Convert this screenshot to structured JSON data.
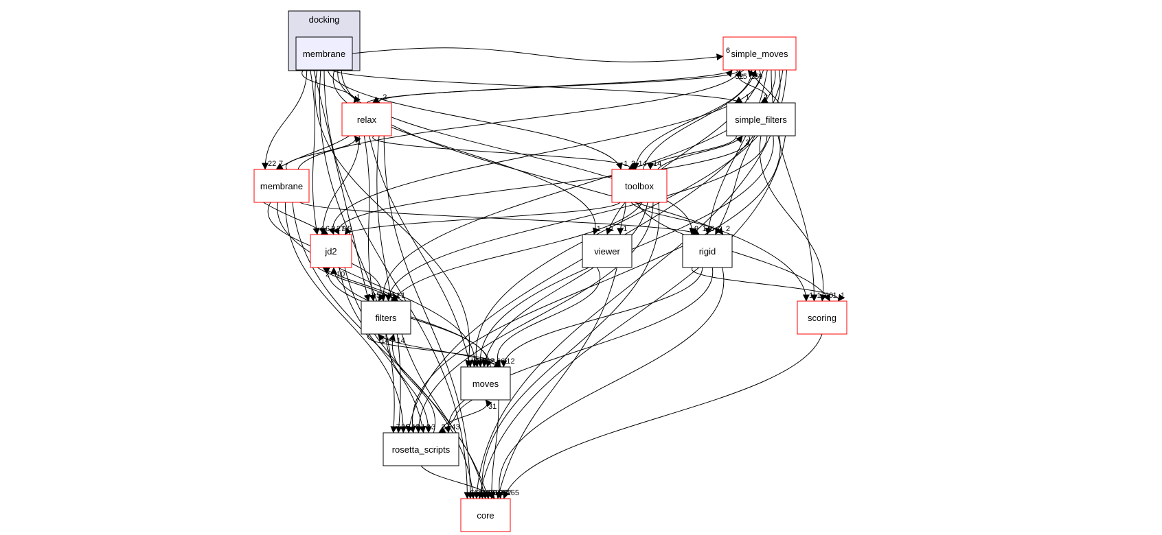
{
  "cluster": {
    "label": "docking"
  },
  "colors": {
    "group_border": "#ff0000",
    "plain_border": "#000000",
    "cluster_fill": "#dfdfee",
    "focus_fill": "#eeeeff"
  },
  "nodes": [
    {
      "id": "membrane_focus",
      "label": "membrane",
      "style": "focus"
    },
    {
      "id": "simple_moves",
      "label": "simple_moves",
      "style": "group"
    },
    {
      "id": "relax",
      "label": "relax",
      "style": "group"
    },
    {
      "id": "simple_filters",
      "label": "simple_filters",
      "style": "plain"
    },
    {
      "id": "membrane2",
      "label": "membrane",
      "style": "group"
    },
    {
      "id": "toolbox",
      "label": "toolbox",
      "style": "group"
    },
    {
      "id": "jd2",
      "label": "jd2",
      "style": "group"
    },
    {
      "id": "viewer",
      "label": "viewer",
      "style": "plain"
    },
    {
      "id": "rigid",
      "label": "rigid",
      "style": "plain"
    },
    {
      "id": "scoring",
      "label": "scoring",
      "style": "group"
    },
    {
      "id": "filters",
      "label": "filters",
      "style": "plain"
    },
    {
      "id": "moves",
      "label": "moves",
      "style": "plain"
    },
    {
      "id": "rosetta_scripts",
      "label": "rosetta_scripts",
      "style": "plain"
    },
    {
      "id": "core",
      "label": "core",
      "style": "group"
    }
  ],
  "edges": [
    {
      "from": "membrane_focus",
      "to": "simple_moves",
      "label": "6"
    },
    {
      "from": "membrane_focus",
      "to": "relax",
      "label": "1"
    },
    {
      "from": "membrane_focus",
      "to": "membrane2",
      "label": "22"
    },
    {
      "from": "membrane_focus",
      "to": "jd2",
      "label": "4"
    },
    {
      "from": "membrane_focus",
      "to": "filters",
      "label": "3"
    },
    {
      "from": "membrane_focus",
      "to": "moves",
      "label": "19"
    },
    {
      "from": "membrane_focus",
      "to": "rosetta_scripts",
      "label": "7"
    },
    {
      "from": "membrane_focus",
      "to": "core",
      "label": "6"
    },
    {
      "from": "membrane_focus",
      "to": "toolbox",
      "label": "1"
    },
    {
      "from": "membrane_focus",
      "to": "simple_filters",
      "label": "1"
    },
    {
      "from": "membrane_focus",
      "to": "viewer",
      "label": "1"
    },
    {
      "from": "membrane_focus",
      "to": "rigid",
      "label": "9"
    },
    {
      "from": "membrane_focus",
      "to": "scoring",
      "label": "1"
    },
    {
      "from": "relax",
      "to": "simple_moves",
      "label": "32"
    },
    {
      "from": "simple_moves",
      "to": "relax",
      "label": "2"
    },
    {
      "from": "relax",
      "to": "membrane2",
      "label": "7"
    },
    {
      "from": "membrane2",
      "to": "relax",
      "label": "1"
    },
    {
      "from": "relax",
      "to": "jd2",
      "label": "6"
    },
    {
      "from": "relax",
      "to": "filters",
      "label": "5"
    },
    {
      "from": "relax",
      "to": "moves",
      "label": "63"
    },
    {
      "from": "relax",
      "to": "toolbox",
      "label": "3"
    },
    {
      "from": "relax",
      "to": "rosetta_scripts",
      "label": "26"
    },
    {
      "from": "relax",
      "to": "core",
      "label": "4"
    },
    {
      "from": "membrane2",
      "to": "simple_moves",
      "label": "5"
    },
    {
      "from": "membrane2",
      "to": "jd2",
      "label": "2"
    },
    {
      "from": "membrane2",
      "to": "filters",
      "label": "8"
    },
    {
      "from": "membrane2",
      "to": "moves",
      "label": "27"
    },
    {
      "from": "membrane2",
      "to": "rosetta_scripts",
      "label": "5"
    },
    {
      "from": "membrane2",
      "to": "core",
      "label": "20"
    },
    {
      "from": "membrane2",
      "to": "rigid",
      "label": "14"
    },
    {
      "from": "simple_moves",
      "to": "simple_filters",
      "label": "2"
    },
    {
      "from": "simple_filters",
      "to": "simple_moves",
      "label": "15"
    },
    {
      "from": "simple_moves",
      "to": "toolbox",
      "label": "14"
    },
    {
      "from": "toolbox",
      "to": "simple_moves",
      "label": "9"
    },
    {
      "from": "simple_moves",
      "to": "jd2",
      "label": "27"
    },
    {
      "from": "simple_moves",
      "to": "viewer",
      "label": "1"
    },
    {
      "from": "simple_moves",
      "to": "rigid",
      "label": "6"
    },
    {
      "from": "simple_moves",
      "to": "scoring",
      "label": "1"
    },
    {
      "from": "simple_moves",
      "to": "filters",
      "label": "16"
    },
    {
      "from": "simple_moves",
      "to": "moves",
      "label": "28"
    },
    {
      "from": "simple_moves",
      "to": "rosetta_scripts",
      "label": "40"
    },
    {
      "from": "simple_moves",
      "to": "core",
      "label": "186"
    },
    {
      "from": "simple_filters",
      "to": "toolbox",
      "label": "14"
    },
    {
      "from": "toolbox",
      "to": "simple_filters",
      "label": "3"
    },
    {
      "from": "simple_filters",
      "to": "jd2",
      "label": "9"
    },
    {
      "from": "simple_filters",
      "to": "rigid",
      "label": "2"
    },
    {
      "from": "simple_filters",
      "to": "scoring",
      "label": "10"
    },
    {
      "from": "simple_filters",
      "to": "filters",
      "label": "1"
    },
    {
      "from": "simple_filters",
      "to": "moves",
      "label": "9"
    },
    {
      "from": "simple_filters",
      "to": "rosetta_scripts",
      "label": "8"
    },
    {
      "from": "simple_filters",
      "to": "core",
      "label": "128"
    },
    {
      "from": "toolbox",
      "to": "jd2",
      "label": "5"
    },
    {
      "from": "toolbox",
      "to": "viewer",
      "label": "1"
    },
    {
      "from": "toolbox",
      "to": "rigid",
      "label": "2"
    },
    {
      "from": "toolbox",
      "to": "scoring",
      "label": "1"
    },
    {
      "from": "toolbox",
      "to": "filters",
      "label": "1"
    },
    {
      "from": "toolbox",
      "to": "moves",
      "label": "12"
    },
    {
      "from": "toolbox",
      "to": "rosetta_scripts",
      "label": "14"
    },
    {
      "from": "toolbox",
      "to": "core",
      "label": "1"
    },
    {
      "from": "jd2",
      "to": "filters",
      "label": "1"
    },
    {
      "from": "filters",
      "to": "jd2",
      "label": "2"
    },
    {
      "from": "jd2",
      "to": "moves",
      "label": "2"
    },
    {
      "from": "moves",
      "to": "jd2",
      "label": "10"
    },
    {
      "from": "jd2",
      "to": "rosetta_scripts",
      "label": "3"
    },
    {
      "from": "jd2",
      "to": "core",
      "label": "26"
    },
    {
      "from": "filters",
      "to": "moves",
      "label": "66"
    },
    {
      "from": "moves",
      "to": "filters",
      "label": "14"
    },
    {
      "from": "filters",
      "to": "rosetta_scripts",
      "label": "3"
    },
    {
      "from": "rosetta_scripts",
      "to": "filters",
      "label": "14"
    },
    {
      "from": "filters",
      "to": "core",
      "label": "68"
    },
    {
      "from": "moves",
      "to": "rosetta_scripts",
      "label": "2"
    },
    {
      "from": "rosetta_scripts",
      "to": "moves",
      "label": "31"
    },
    {
      "from": "moves",
      "to": "core",
      "label": "138"
    },
    {
      "from": "rosetta_scripts",
      "to": "core",
      "label": "68"
    },
    {
      "from": "viewer",
      "to": "moves",
      "label": "1"
    },
    {
      "from": "viewer",
      "to": "core",
      "label": "37"
    },
    {
      "from": "rigid",
      "to": "scoring",
      "label": "1"
    },
    {
      "from": "rigid",
      "to": "moves",
      "label": "12"
    },
    {
      "from": "rigid",
      "to": "rosetta_scripts",
      "label": "43"
    },
    {
      "from": "rigid",
      "to": "core",
      "label": "67"
    },
    {
      "from": "scoring",
      "to": "core",
      "label": "165"
    }
  ]
}
